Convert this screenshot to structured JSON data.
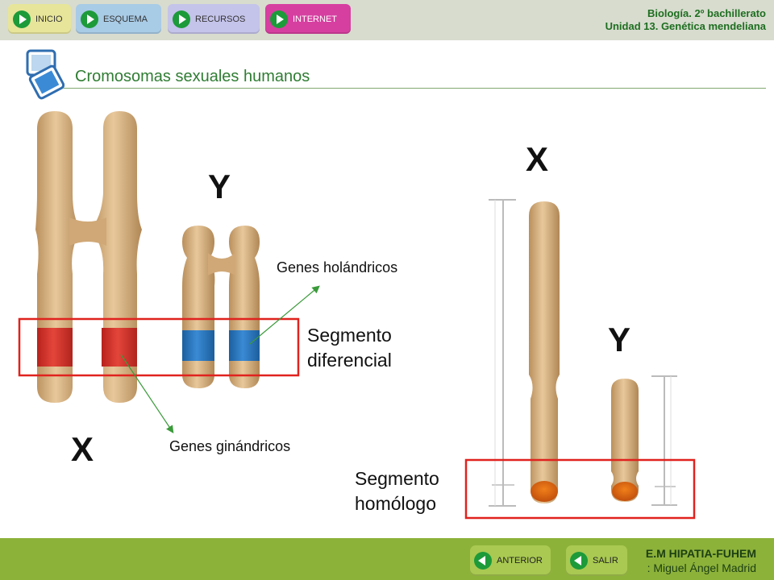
{
  "nav": {
    "inicio": "INICIO",
    "esquema": "ESQUEMA",
    "recursos": "RECURSOS",
    "internet": "INTERNET"
  },
  "header": {
    "line1": "Biología. 2º bachillerato",
    "line2": "Unidad 13. Genética mendeliana"
  },
  "page_title": "Cromosomas sexuales humanos",
  "diagram": {
    "left_x_label": "X",
    "left_y_label": "Y",
    "genes_holandricos": "Genes holándricos",
    "segmento_diferencial_1": "Segmento",
    "segmento_diferencial_2": "diferencial",
    "genes_ginandricos": "Genes ginándricos",
    "right_x_label": "X",
    "right_y_label": "Y",
    "segmento_homologo_1": "Segmento",
    "segmento_homologo_2": "homólogo"
  },
  "footer": {
    "anterior": "ANTERIOR",
    "salir": "SALIR",
    "school": "E.M HIPATIA-FUHEM",
    "author": ": Miguel Ángel Madrid"
  },
  "colors": {
    "chromosome": "#d9b585",
    "red_band": "#d9332b",
    "blue_band": "#2a77c2",
    "highlight_box": "#e0221e",
    "pointer": "#3a9a3a"
  }
}
